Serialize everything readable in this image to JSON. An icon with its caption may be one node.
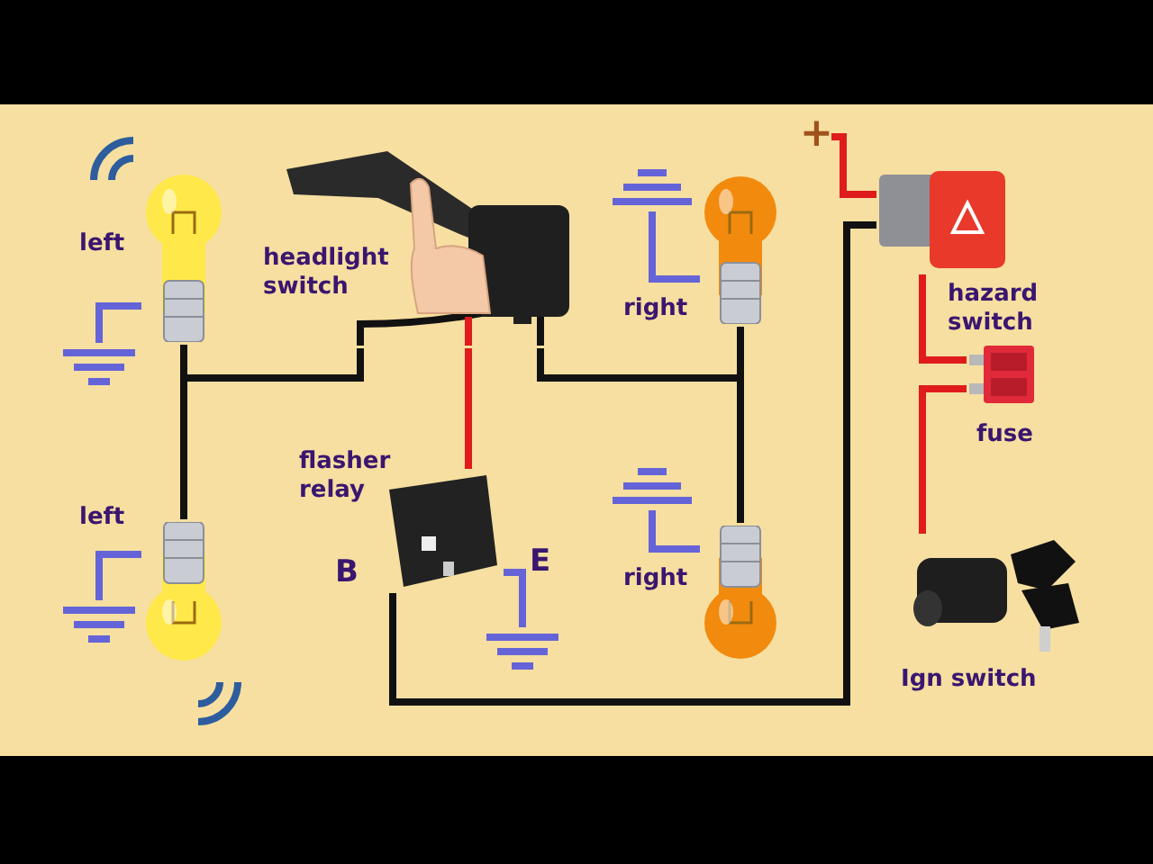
{
  "diagram": {
    "nodes": [
      {
        "text": [],
        "shape": "picture",
        "beside": [
          "left"
        ]
      },
      {
        "text": [
          "headlight switch"
        ]
      },
      {
        "text": [],
        "shape": "picture",
        "beside": [
          "right"
        ]
      },
      {
        "text": [
          "+"
        ]
      },
      {
        "text": [],
        "shape": "picture",
        "beside": [
          "hazard switch"
        ]
      },
      {
        "text": [],
        "shape": "picture",
        "beside": [
          "fuse"
        ]
      },
      {
        "text": [],
        "shape": "picture",
        "beside": [
          "flasher relay"
        ]
      },
      {
        "text": [],
        "shape": "picture",
        "beside": [
          "left"
        ]
      },
      {
        "text": [],
        "shape": "picture",
        "beside": [
          "right"
        ]
      },
      {
        "text": [],
        "shape": "picture",
        "beside": [
          "Ign switch"
        ]
      },
      {
        "text": [],
        "shape": "ground"
      },
      {
        "text": [],
        "shape": "ground"
      },
      {
        "text": [],
        "shape": "ground"
      },
      {
        "text": [],
        "shape": "ground"
      },
      {
        "text": [],
        "shape": "ground"
      }
    ],
    "edges": [
      {
        "from": 3,
        "to": 4,
        "arrow": "none",
        "color": "#e01b1b"
      },
      {
        "from": 4,
        "to": 5,
        "arrow": "none",
        "color": "#e01b1b"
      },
      {
        "from": 5,
        "to": 9,
        "arrow": "none",
        "color": "#e01b1b"
      },
      {
        "from": 4,
        "to": 6,
        "arrow": "none"
      },
      {
        "from": 6,
        "to": 1,
        "arrow": "none",
        "color": "#e01b1b"
      },
      {
        "from": 1,
        "to": 0,
        "arrow": "none"
      },
      {
        "from": 1,
        "to": 7,
        "arrow": "none"
      },
      {
        "from": 1,
        "to": 2,
        "arrow": "none"
      },
      {
        "from": 1,
        "to": 8,
        "arrow": "none"
      },
      {
        "from": 0,
        "to": 10,
        "arrow": "none",
        "color": "#6464d8"
      },
      {
        "from": 2,
        "to": 11,
        "arrow": "none",
        "color": "#6464d8"
      },
      {
        "from": 7,
        "to": 12,
        "arrow": "none",
        "color": "#6464d8"
      },
      {
        "from": 6,
        "to": 13,
        "arrow": "none",
        "color": "#6464d8"
      },
      {
        "from": 8,
        "to": 14,
        "arrow": "none",
        "color": "#6464d8"
      }
    ],
    "labels": [
      "B",
      "E"
    ]
  }
}
